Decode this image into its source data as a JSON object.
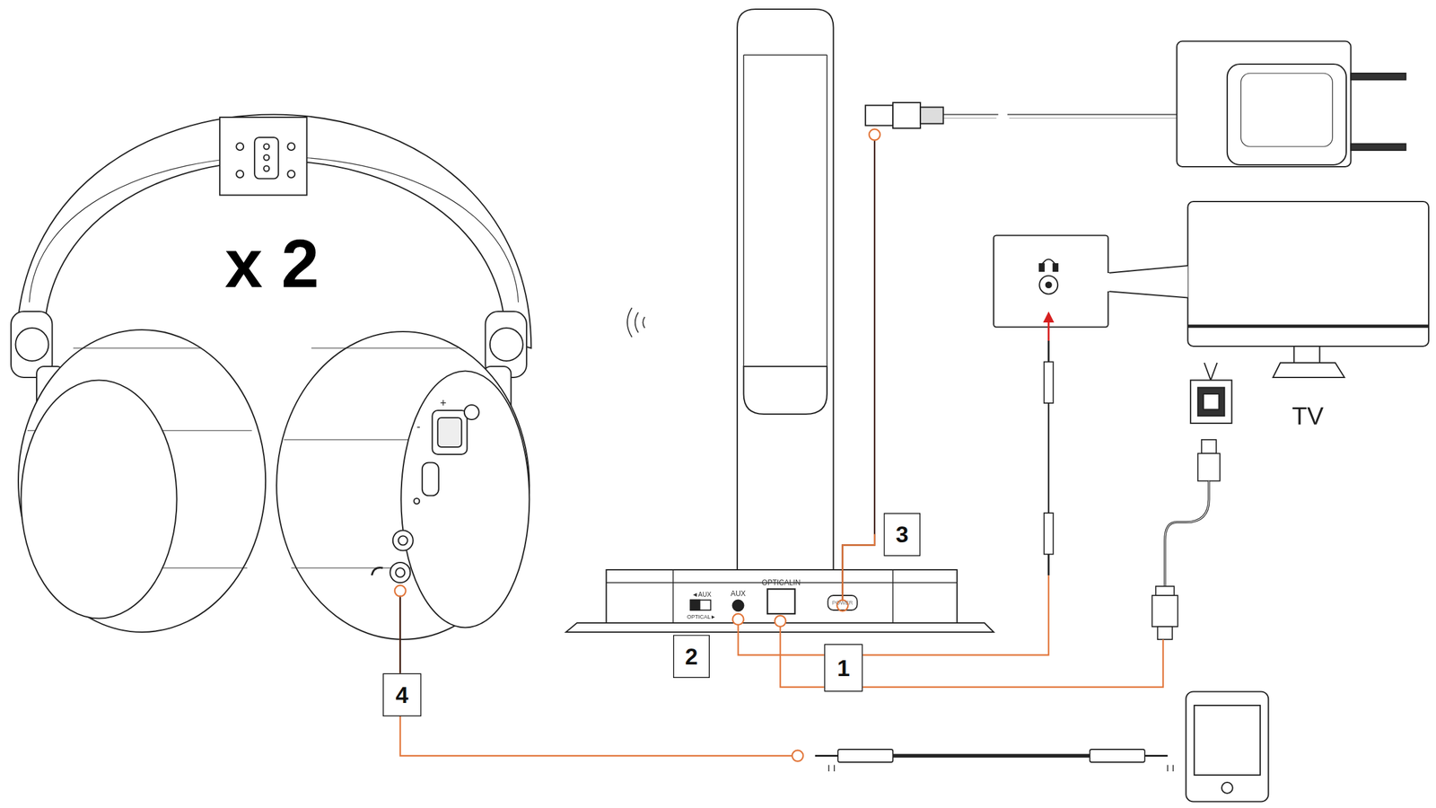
{
  "diagram": {
    "nodes": [
      {
        "text": [
          "TV"
        ]
      },
      {
        "text": [
          "3"
        ]
      },
      {
        "text": [
          "2"
        ]
      },
      {
        "text": [
          "1"
        ]
      },
      {
        "text": [
          "4"
        ]
      }
    ],
    "labels": [
      "x 2",
      "+",
      "-",
      "◄AUX",
      "OPTICAL►",
      "AUX",
      "OPTICALIN",
      "POWER"
    ]
  }
}
